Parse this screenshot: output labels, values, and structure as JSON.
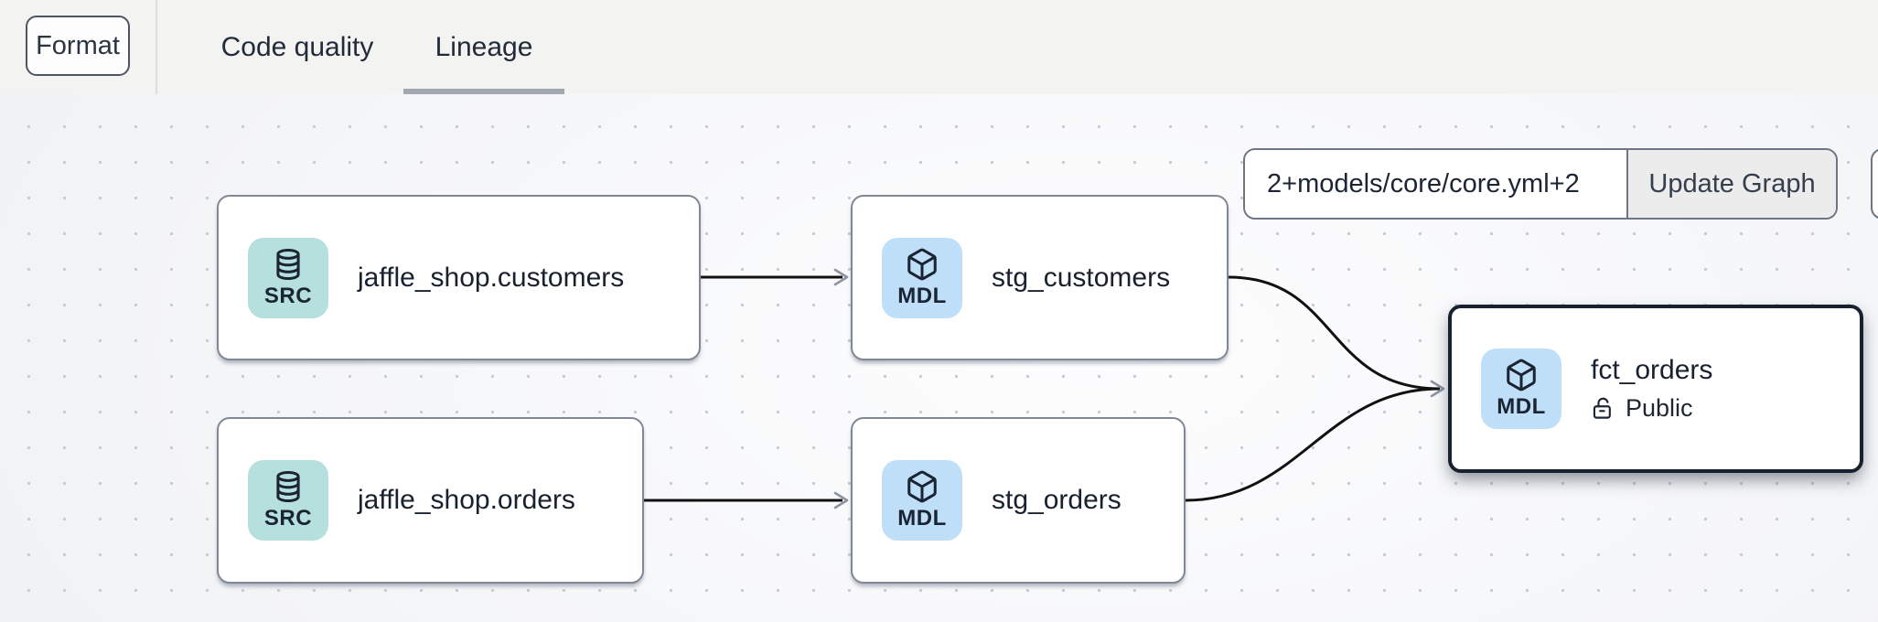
{
  "toolbar": {
    "format_button": "Format",
    "tabs": [
      {
        "label": "Code quality",
        "active": false
      },
      {
        "label": "Lineage",
        "active": true
      }
    ]
  },
  "graph_controls": {
    "selector_value": "2+models/core/core.yml+2",
    "update_button": "Update Graph"
  },
  "lineage": {
    "nodes": [
      {
        "id": "jaffle_shop.customers",
        "label": "jaffle_shop.customers",
        "badge": "SRC",
        "type": "source",
        "icon": "database-icon",
        "selected": false
      },
      {
        "id": "stg_customers",
        "label": "stg_customers",
        "badge": "MDL",
        "type": "model",
        "icon": "cube-icon",
        "selected": false
      },
      {
        "id": "jaffle_shop.orders",
        "label": "jaffle_shop.orders",
        "badge": "SRC",
        "type": "source",
        "icon": "database-icon",
        "selected": false
      },
      {
        "id": "stg_orders",
        "label": "stg_orders",
        "badge": "MDL",
        "type": "model",
        "icon": "cube-icon",
        "selected": false
      },
      {
        "id": "fct_orders",
        "label": "fct_orders",
        "badge": "MDL",
        "type": "model",
        "icon": "cube-icon",
        "access": "Public",
        "selected": true
      }
    ],
    "edges": [
      {
        "from": "jaffle_shop.customers",
        "to": "stg_customers"
      },
      {
        "from": "jaffle_shop.orders",
        "to": "stg_orders"
      },
      {
        "from": "stg_customers",
        "to": "fct_orders"
      },
      {
        "from": "stg_orders",
        "to": "fct_orders"
      }
    ]
  },
  "colors": {
    "source_badge": "#b5e0dd",
    "model_badge": "#bfdef7",
    "selected_node_border": "#18212f",
    "edge": "#111111",
    "arrowhead": "#8b93a1",
    "tab_underline": "#a2a8b2",
    "topbar_background": "#f3f3f2"
  }
}
